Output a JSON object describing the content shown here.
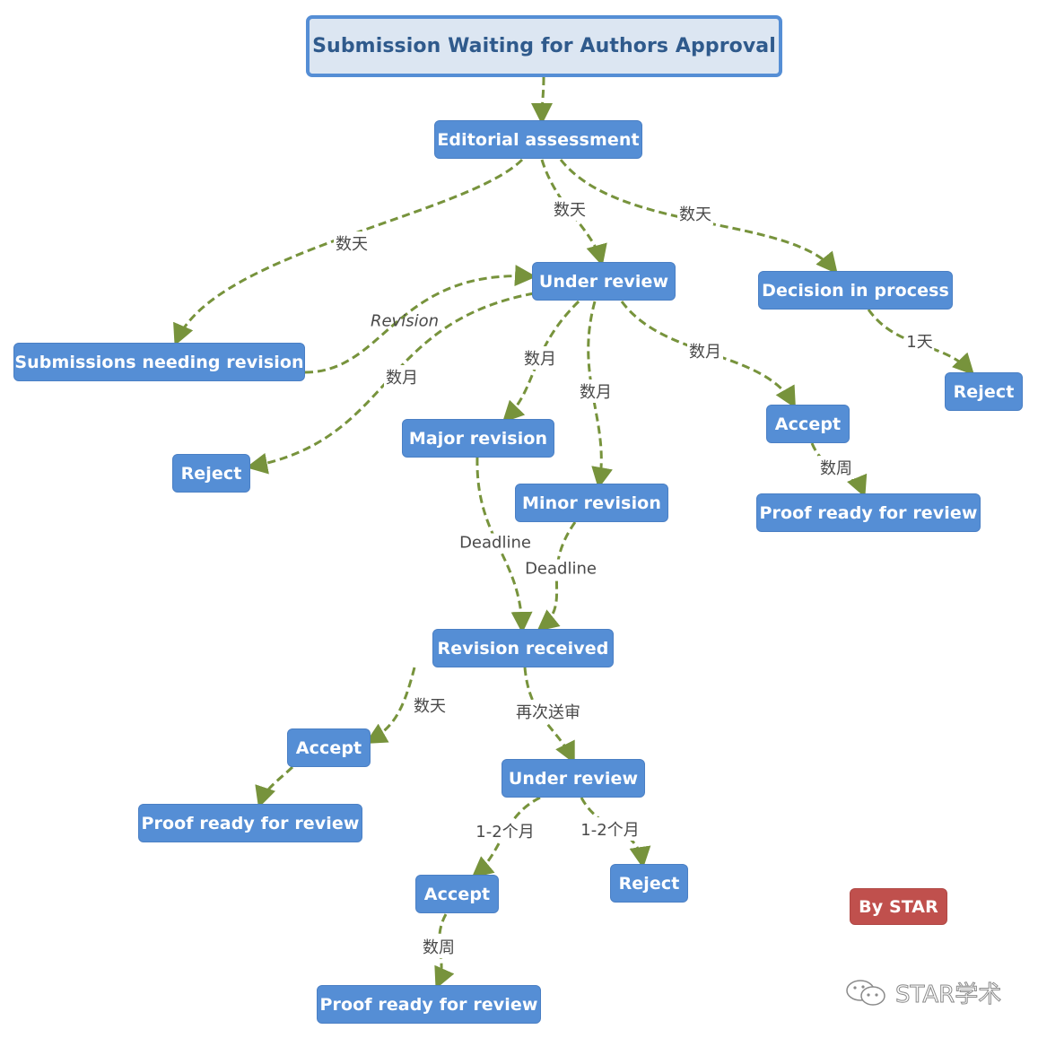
{
  "colors": {
    "node_fill": "#558ed5",
    "root_fill": "#dce6f2",
    "root_text": "#2f5a8c",
    "edge": "#77933c",
    "badge": "#c0504d"
  },
  "nodes": {
    "root": "Submission Waiting for Authors Approval",
    "editorial": "Editorial assessment",
    "under_review": "Under review",
    "decision": "Decision in process",
    "needing_revision": "Submissions needing revision",
    "reject_left": "Reject",
    "major": "Major revision",
    "minor": "Minor revision",
    "accept_right": "Accept",
    "proof_right": "Proof ready for review",
    "reject_decision": "Reject",
    "revision_received": "Revision received",
    "accept_mid": "Accept",
    "proof_mid": "Proof ready for review",
    "under_review_2": "Under review",
    "accept_bottom": "Accept",
    "reject_bottom": "Reject",
    "proof_bottom": "Proof ready for review",
    "badge": "By STAR"
  },
  "edge_labels": {
    "e_to_needing": "数天",
    "e_to_review": "数天",
    "e_to_decision": "数天",
    "revision": "Revision",
    "review_to_reject": "数月",
    "review_to_major": "数月",
    "review_to_minor": "数月",
    "review_to_accept": "数月",
    "decision_to_reject": "1天",
    "accept_to_proof": "数周",
    "major_deadline": "Deadline",
    "minor_deadline": "Deadline",
    "received_to_accept": "数天",
    "received_to_review": "再次送审",
    "review2_to_accept": "1-2个月",
    "review2_to_reject": "1-2个月",
    "accept_bottom_to_proof": "数周"
  },
  "watermark": {
    "icon": "wechat-icon",
    "text": "STAR学术"
  }
}
